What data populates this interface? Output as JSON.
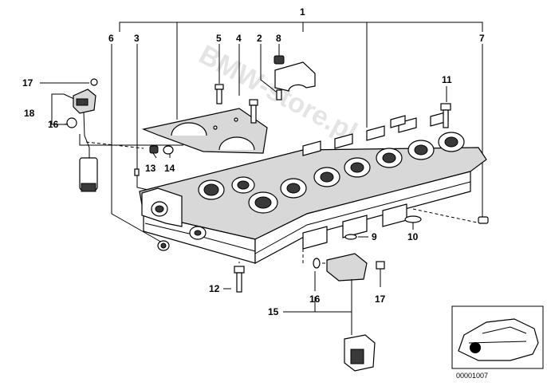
{
  "callouts": {
    "c1": "1",
    "c2": "2",
    "c3": "3",
    "c4": "4",
    "c5": "5",
    "c6": "6",
    "c7": "7",
    "c8": "8",
    "c9": "9",
    "c10": "10",
    "c11": "11",
    "c12": "12",
    "c13": "13",
    "c14": "14",
    "c15": "15",
    "c16a": "16",
    "c16b": "16",
    "c17a": "17",
    "c17b": "17",
    "c18": "18"
  },
  "watermark": "BMW-store.pl",
  "document_number": "00001007"
}
